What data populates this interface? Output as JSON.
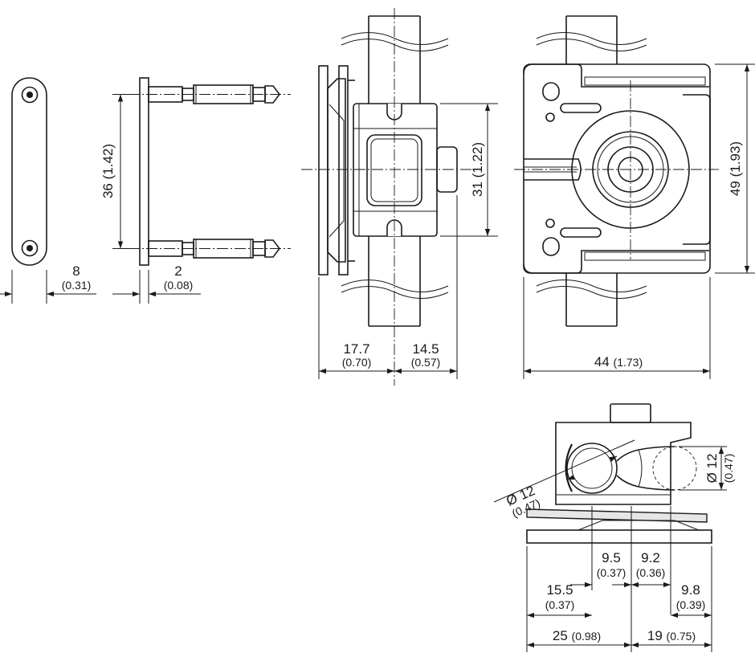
{
  "dimensions": {
    "d8": {
      "value": "8",
      "sub": "(0.31)"
    },
    "d2": {
      "value": "2",
      "sub": "(0.08)"
    },
    "d36": {
      "value": "36",
      "sub": "(1.42)"
    },
    "d31": {
      "value": "31",
      "sub": "(1.22)"
    },
    "d49": {
      "value": "49",
      "sub": "(1.93)"
    },
    "d17_7": {
      "value": "17.7",
      "sub": "(0.70)"
    },
    "d14_5": {
      "value": "14.5",
      "sub": "(0.57)"
    },
    "d44": {
      "value": "44",
      "sub": "(1.73)"
    },
    "dia12_left": {
      "value": "Ø 12",
      "sub": "(0.47)"
    },
    "dia12_right": {
      "value": "Ø 12",
      "sub": "(0.47)"
    },
    "d9_5": {
      "value": "9.5",
      "sub": "(0.37)"
    },
    "d9_2": {
      "value": "9.2",
      "sub": "(0.36)"
    },
    "d15_5": {
      "value": "15.5",
      "sub": "(0.37)"
    },
    "d9_8": {
      "value": "9.8",
      "sub": "(0.39)"
    },
    "d25": {
      "value": "25",
      "sub": "(0.98)"
    },
    "d19": {
      "value": "19",
      "sub": "(0.75)"
    }
  },
  "colors": {
    "line": "#1a1a1a",
    "background": "#ffffff"
  }
}
